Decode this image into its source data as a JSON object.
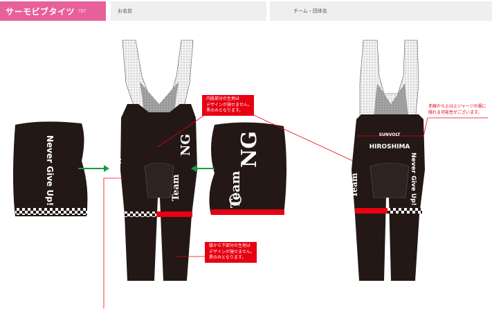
{
  "header": {
    "title": "サーモビブタイツ",
    "code": "TBT",
    "name_label": "お名前",
    "team_label": "チーム・団体名",
    "accent": "#e8609b"
  },
  "notes": {
    "inner_thigh": "内股部分の生地は\nデザインが施せません。\n黒のみとなります。",
    "below_knee": "膝から下部分の生地は\nデザインが施せません。\n黒のみとなります。",
    "red_line": "赤線から上は上ジャージの裾に\n隠れる可能性がございます。"
  },
  "texts": {
    "never_give_up": "Never Give Up!",
    "team": "Team",
    "ng": "NG",
    "sunvolt": "SUNVOLT",
    "hiroshima": "HIROSHIMA"
  },
  "colors": {
    "fabric": "#231815",
    "red": "#e60012",
    "arrow": "#1a9a3c",
    "mesh": "#8a8a8a"
  }
}
